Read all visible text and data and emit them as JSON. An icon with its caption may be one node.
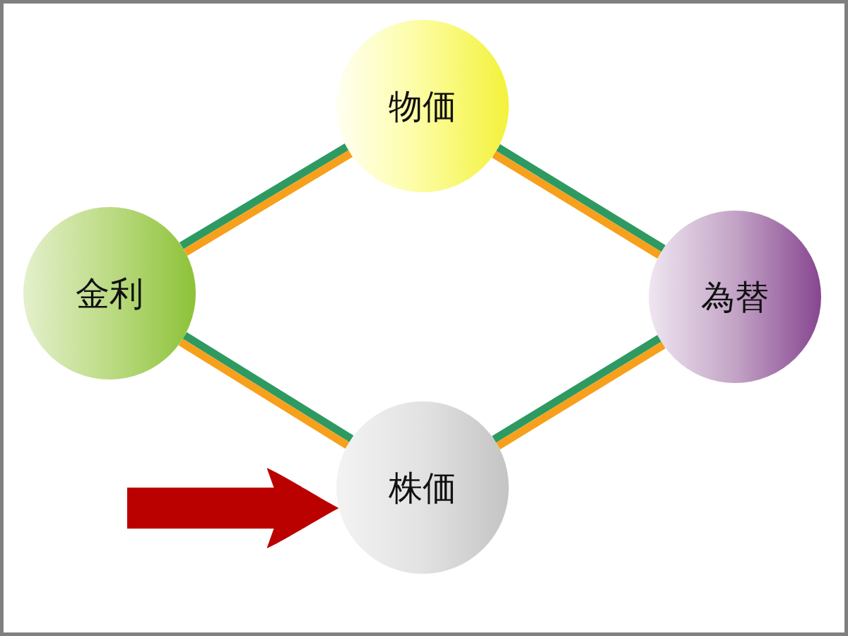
{
  "diagram": {
    "nodes": [
      {
        "text": [
          "物価"
        ]
      },
      {
        "text": [
          "金利"
        ]
      },
      {
        "text": [
          "為替"
        ]
      },
      {
        "text": [
          "株価"
        ]
      }
    ],
    "edges": [
      {
        "from": 1,
        "to": 0,
        "arrow": "none",
        "color": "#2e9a62"
      },
      {
        "from": 1,
        "to": 0,
        "arrow": "none",
        "color": "#f7a01c"
      },
      {
        "from": 0,
        "to": 2,
        "arrow": "none",
        "color": "#2e9a62"
      },
      {
        "from": 0,
        "to": 2,
        "arrow": "none",
        "color": "#f7a01c"
      },
      {
        "from": 1,
        "to": 3,
        "arrow": "none",
        "color": "#2e9a62"
      },
      {
        "from": 1,
        "to": 3,
        "arrow": "none",
        "color": "#f7a01c"
      },
      {
        "from": 3,
        "to": 2,
        "arrow": "none",
        "color": "#2e9a62"
      },
      {
        "from": 3,
        "to": 2,
        "arrow": "none",
        "color": "#f7a01c"
      },
      {
        "from": null,
        "to": 3,
        "arrow": "to",
        "style": "thick",
        "color": "#bb0000"
      }
    ]
  }
}
